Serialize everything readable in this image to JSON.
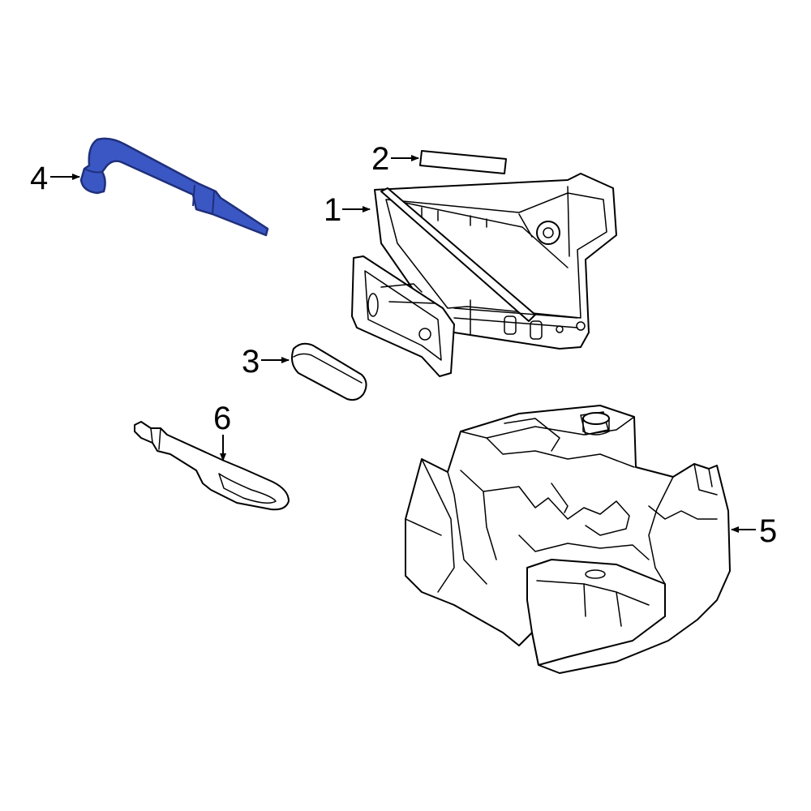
{
  "colors": {
    "highlight_fill": "#3a57c4",
    "highlight_stroke": "#1f2f7a",
    "line": "#000000",
    "background": "#ffffff"
  },
  "callouts": {
    "jack": "1",
    "label": "2",
    "pad": "3",
    "lug_wrench": "4",
    "storage_tray": "5",
    "tow_hook": "6"
  }
}
